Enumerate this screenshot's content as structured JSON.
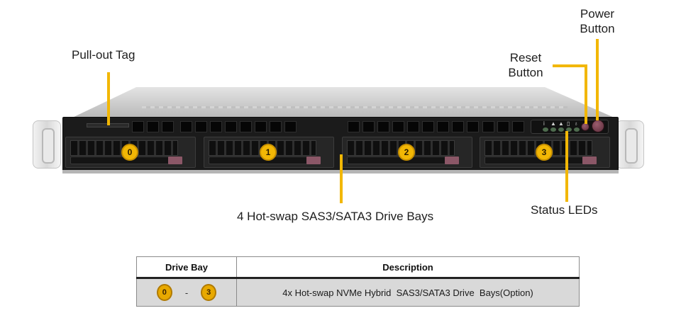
{
  "callouts": {
    "pull_out_tag": "Pull-out Tag",
    "power_button_line1": "Power",
    "power_button_line2": "Button",
    "reset_button_line1": "Reset",
    "reset_button_line2": "Button",
    "drive_bays": "4 Hot-swap  SAS3/SATA3 Drive Bays",
    "status_leds": "Status  LEDs"
  },
  "colors": {
    "callout_line": "#f2b705",
    "bay_badge": "#f2b705",
    "release_tab": "#8b5767",
    "table_row_bg": "#d9d9d9"
  },
  "bays": [
    {
      "number": "0"
    },
    {
      "number": "1"
    },
    {
      "number": "2"
    },
    {
      "number": "3"
    }
  ],
  "status_led_icons": [
    "info-icon",
    "warning-icon",
    "warning-icon",
    "hdd-icon",
    "network-icon"
  ],
  "table": {
    "headers": [
      "Drive Bay",
      "Description"
    ],
    "rows": [
      {
        "bay_start": "0",
        "separator": "-",
        "bay_end": "3",
        "description": "4x Hot-swap NVMe Hybrid  SAS3/SATA3 Drive  Bays(Option)"
      }
    ]
  }
}
